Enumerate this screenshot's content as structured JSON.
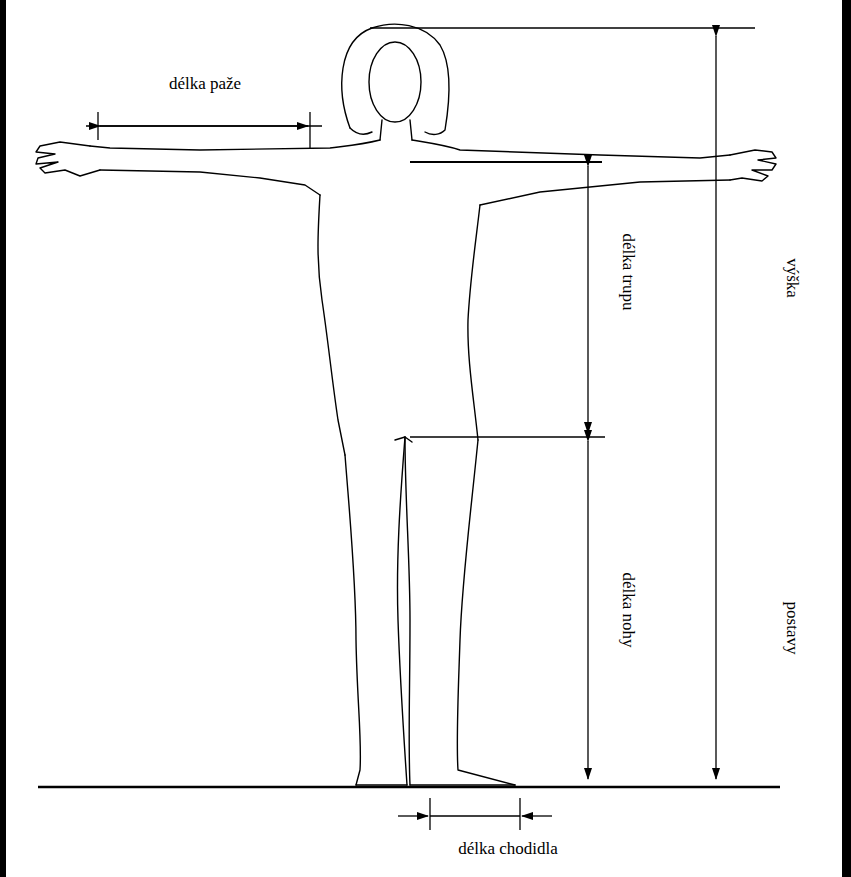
{
  "diagram": {
    "labels": [
      "délka paže",
      "délka trupu",
      "výška",
      "postavy",
      "délka nohy",
      "délka chodidla"
    ]
  }
}
